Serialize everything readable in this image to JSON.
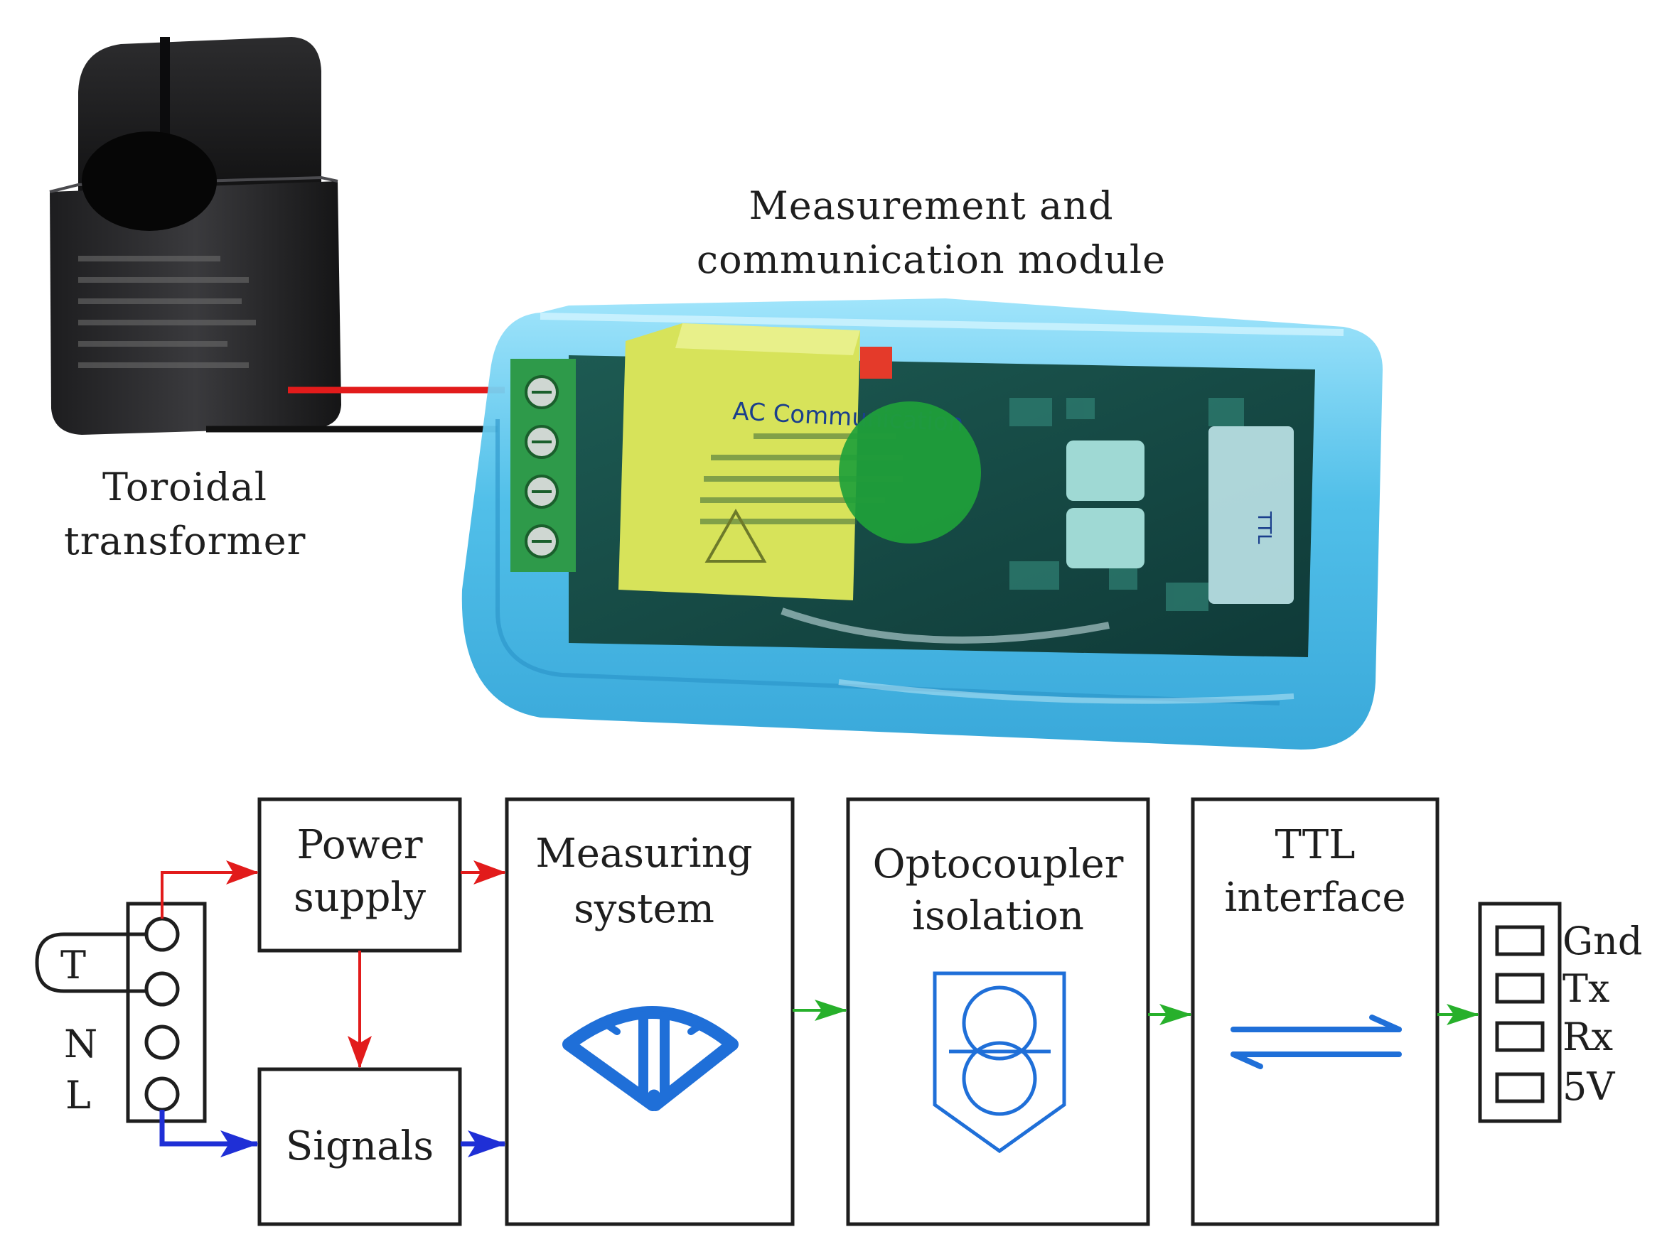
{
  "captions": {
    "transformer": [
      "Toroidal",
      "transformer"
    ],
    "module": [
      "Measurement and",
      "communication module"
    ]
  },
  "device": {
    "pcb_title": "AC Communication",
    "pcb_side_label": "TTL"
  },
  "blocks": {
    "power_supply": [
      "Power",
      "supply"
    ],
    "signals": [
      "Signals"
    ],
    "measuring": [
      "Measuring",
      "system"
    ],
    "optocoupler": [
      "Optocoupler",
      "isolation"
    ],
    "ttl": [
      "TTL",
      "interface"
    ]
  },
  "input_terminal": {
    "loop_label": "T",
    "labels": [
      "N",
      "L"
    ]
  },
  "output_pins": [
    "Gnd",
    "Tx",
    "Rx",
    "5V"
  ],
  "icons": {
    "measuring": "gauge-icon",
    "optocoupler": "shield-isolation-icon",
    "ttl": "bidirectional-arrows-icon"
  },
  "colors": {
    "power_line": "#e21b1b",
    "signal_line": "#1f2fd6",
    "data_line": "#27b02b",
    "icon_blue": "#1f6fd8",
    "module_case": "#5ec6ec",
    "terminal_block": "#2e9a4a",
    "relay_yellow": "#d7e35a"
  }
}
